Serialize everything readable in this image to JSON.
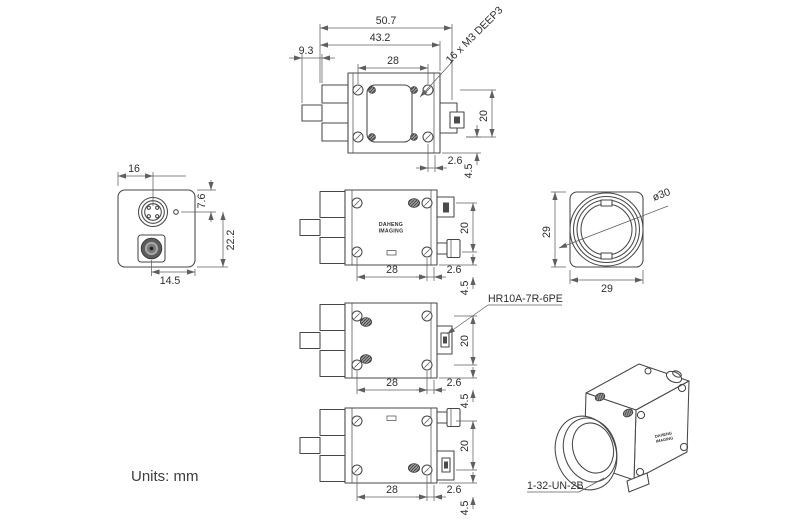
{
  "units_label": "Units: mm",
  "logo": {
    "line1": "DAHENG",
    "line2": "IMAGING"
  },
  "colors": {
    "line": "#474747",
    "dim": "#5f5f5f",
    "text": "#2e2e2e",
    "background": "#ffffff"
  },
  "top_view": {
    "dim_overall_length": "50.7",
    "dim_body_length": "43.2",
    "dim_screw_span": "28",
    "dim_lens_protrusion": "9.3",
    "dim_connector_height": "20",
    "dim_offset": "2.6",
    "dim_corner": "4.5",
    "note_mount_holes": "16 x  M3 DEEP3"
  },
  "back_view": {
    "dim_connector_x": "16",
    "dim_connector_y": "7.6",
    "dim_height": "22.2",
    "dim_bottom_connector_x": "14.5"
  },
  "side_view_top": {
    "dim_screw_span": "28",
    "dim_offset": "2.6",
    "dim_corner": "4.5",
    "dim_connector_height": "20"
  },
  "front_view": {
    "dim_height": "29",
    "dim_width": "29",
    "dim_lens_diameter": "ø30"
  },
  "side_view_mid": {
    "dim_screw_span": "28",
    "dim_offset": "2.6",
    "dim_corner": "4.5",
    "dim_connector_height": "20",
    "connector_label": "HR10A-7R-6PE"
  },
  "side_view_bottom": {
    "dim_screw_span": "28",
    "dim_offset": "2.6",
    "dim_corner": "4.5",
    "dim_connector_height": "20"
  },
  "iso_view": {
    "thread_label": "1-32-UN-2B"
  }
}
